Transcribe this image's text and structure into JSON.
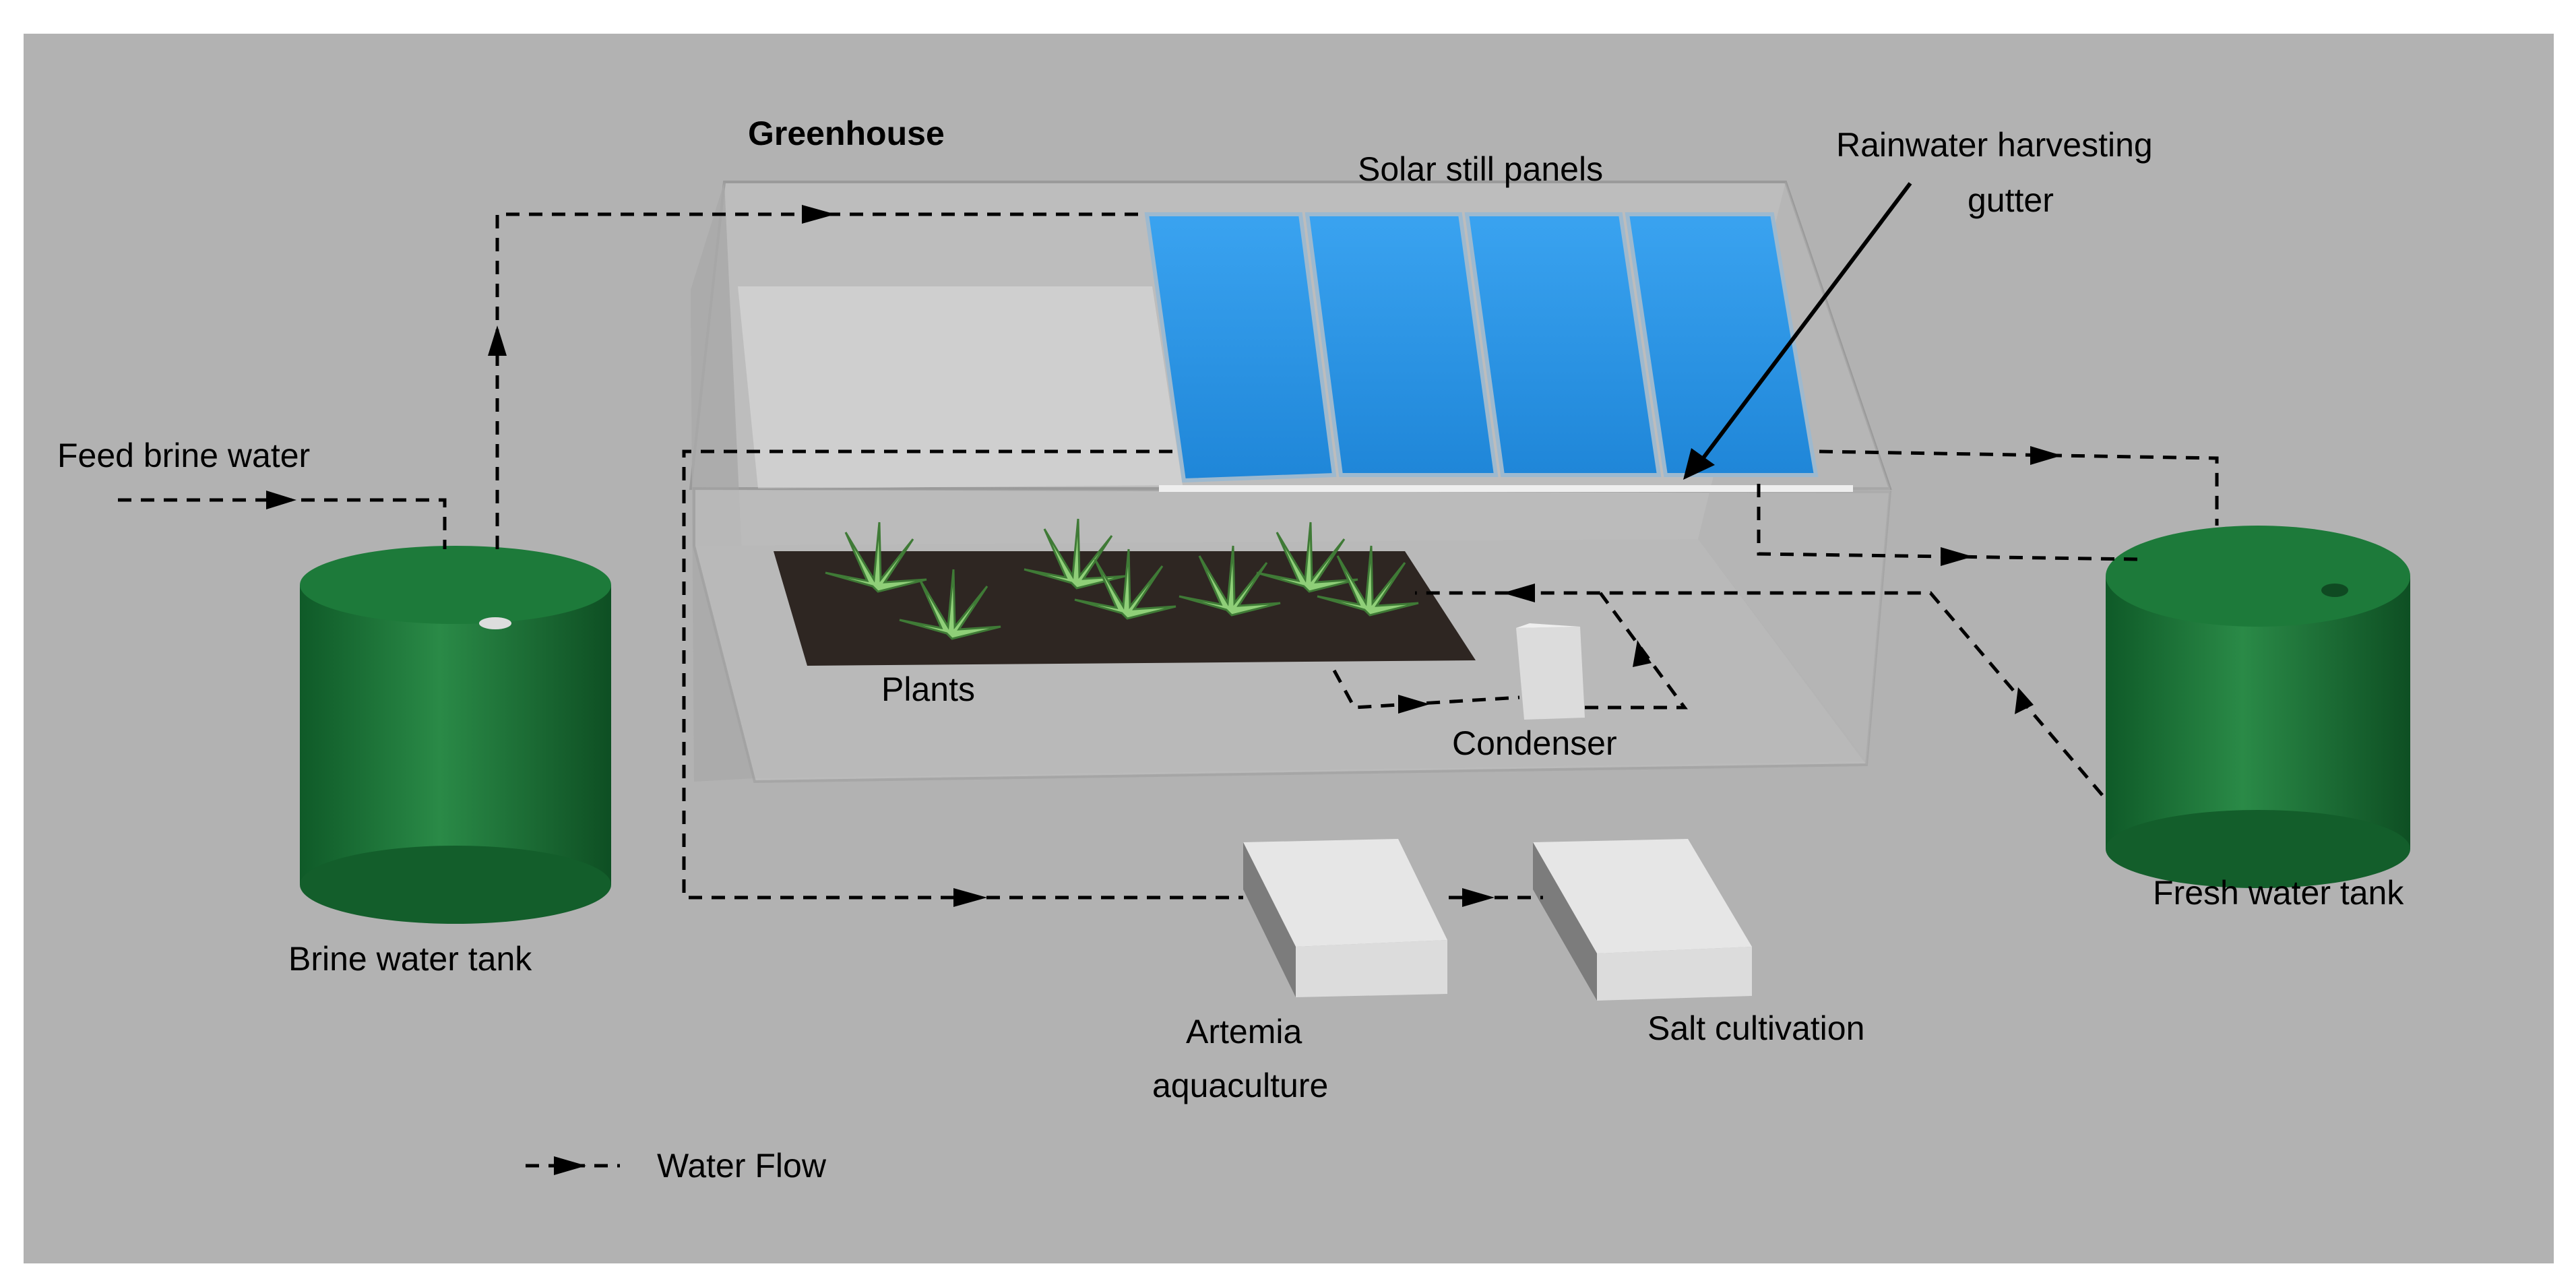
{
  "labels": {
    "greenhouse": "Greenhouse",
    "solar_still_panels": "Solar still panels",
    "rainwater_line1": "Rainwater harvesting",
    "rainwater_line2": "gutter",
    "feed_brine_water": "Feed brine water",
    "plants": "Plants",
    "condenser": "Condenser",
    "brine_water_tank": "Brine water tank",
    "fresh_water_tank": "Fresh water tank",
    "artemia_line1": "Artemia",
    "artemia_line2": "aquaculture",
    "salt_cultivation": "Salt cultivation",
    "legend_water_flow": "Water Flow"
  },
  "colors": {
    "background": "#b2b2b2",
    "tank": "#1f7a3c",
    "panel": "#2f95e6",
    "soil": "#2e2622",
    "plant": "#7fc46a",
    "box": "#e4e4e4",
    "flow_line": "#000000"
  }
}
